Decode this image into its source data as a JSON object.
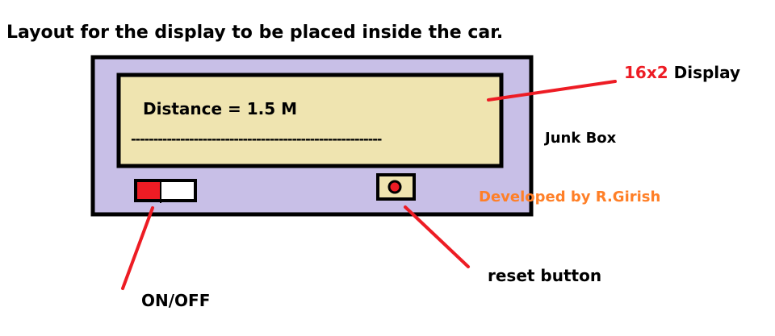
{
  "title": "Layout for the display to be placed inside the car.",
  "display": {
    "line1": "Distance = 1.5 M",
    "line2": "--------------------------------------------------------"
  },
  "labels": {
    "display_size": "16x2",
    "display_word": "Display",
    "junk_box": "Junk Box",
    "developer": "Developed by R.Girish",
    "reset": "reset button",
    "onoff": "ON/OFF"
  },
  "colors": {
    "box": "#c8bfe7",
    "lcd": "#efe4b0",
    "red": "#ed1c24",
    "orange": "#ff7f27"
  }
}
